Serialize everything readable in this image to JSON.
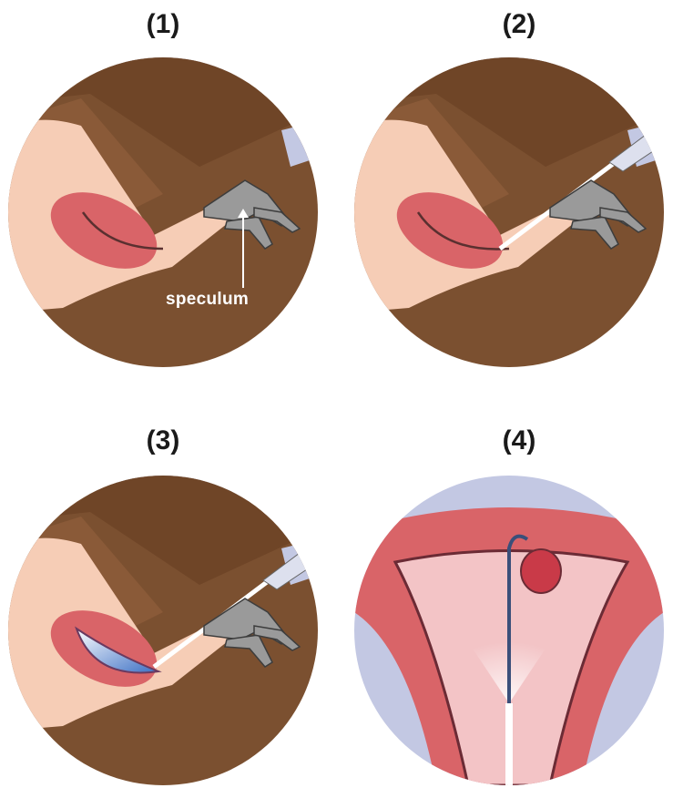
{
  "panels": [
    {
      "label": "(1)"
    },
    {
      "label": "(2)"
    },
    {
      "label": "(3)"
    },
    {
      "label": "(4)"
    }
  ],
  "annotations": {
    "speculum": "speculum"
  },
  "colors": {
    "skin_dark": "#7b5030",
    "skin_mid": "#8a5a38",
    "skin_light": "#f6cdb6",
    "uterus": "#d96468",
    "sheet": "#c3c8e3",
    "speculum": "#9a9a9a",
    "tube": "#ffffff"
  }
}
